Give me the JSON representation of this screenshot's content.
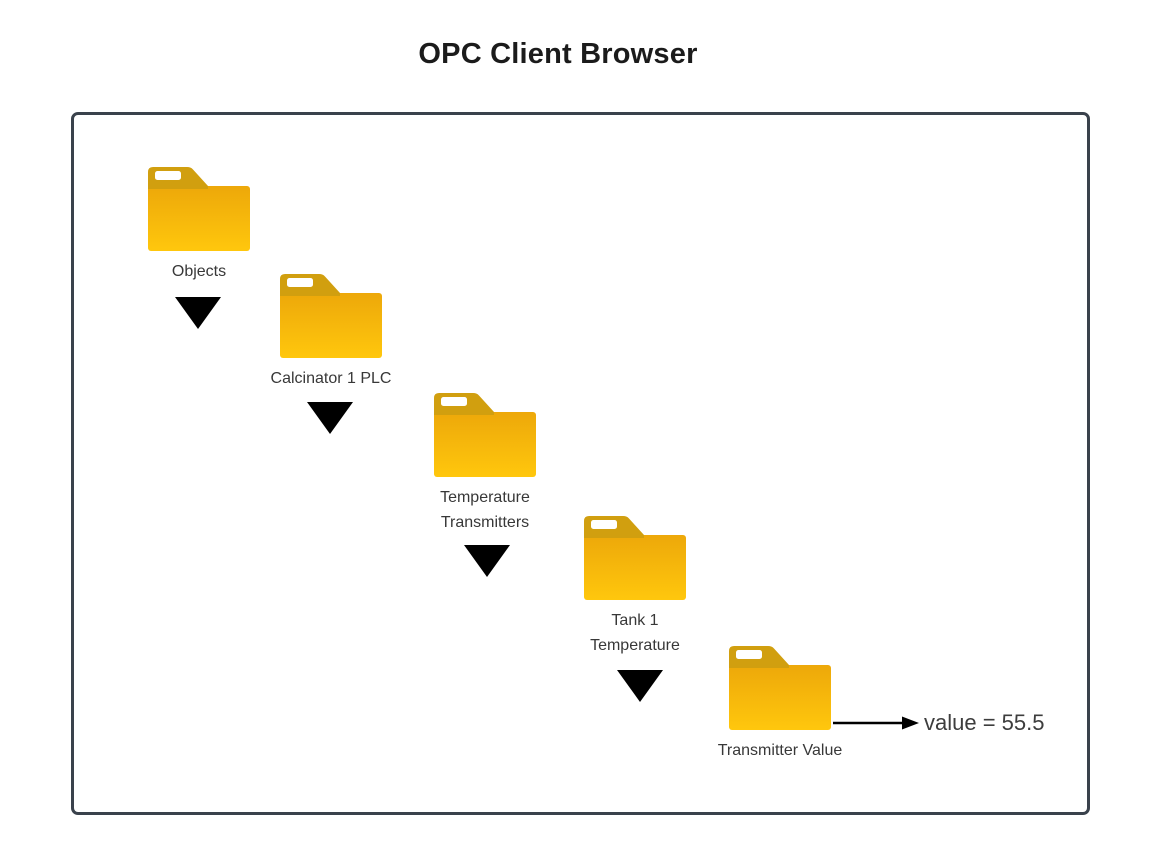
{
  "title": "OPC Client Browser",
  "diagram_type": "opc-browser-folder-hierarchy",
  "nodes": [
    {
      "id": "objects",
      "label": "Objects",
      "label_lines": [
        "Objects"
      ]
    },
    {
      "id": "calcinator-1-plc",
      "label": "Calcinator 1 PLC",
      "label_lines": [
        "Calcinator 1 PLC"
      ]
    },
    {
      "id": "temperature-transmitters",
      "label": "Temperature Transmitters",
      "label_lines": [
        "Temperature",
        "Transmitters"
      ]
    },
    {
      "id": "tank-1-temperature",
      "label": "Tank 1 Temperature",
      "label_lines": [
        "Tank 1",
        "Temperature"
      ]
    },
    {
      "id": "transmitter-value",
      "label": "Transmitter Value",
      "label_lines": [
        "Transmitter Value"
      ]
    }
  ],
  "value_annotation": "value = 55.5",
  "icons": {
    "folder": "folder-icon",
    "expand": "down-triangle-icon",
    "pointer": "right-arrow-icon"
  },
  "colors": {
    "folder_tab": "#D19F0F",
    "folder_body_top": "#EDA80A",
    "folder_body_bottom": "#FFC70D",
    "frame_border": "#3A424C",
    "triangle": "#000000",
    "arrow": "#000000",
    "title_text": "#1B1B1B",
    "label_text": "#383838",
    "background": "#FFFFFF"
  }
}
